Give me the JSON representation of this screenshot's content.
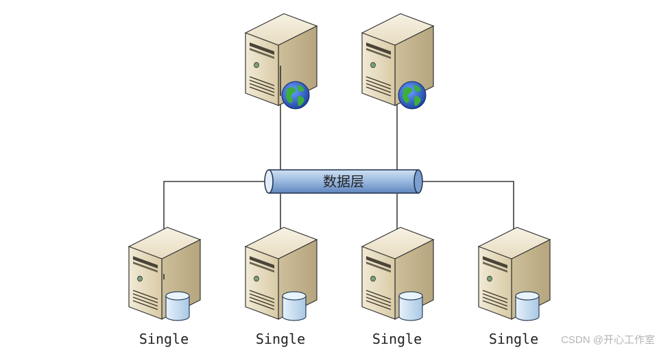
{
  "bus": {
    "label": "数据层"
  },
  "top_servers": [
    {
      "icon": "globe-icon"
    },
    {
      "icon": "globe-icon"
    }
  ],
  "bottom_servers": [
    {
      "label": "Single",
      "icon": "database-icon"
    },
    {
      "label": "Single",
      "icon": "database-icon"
    },
    {
      "label": "Single",
      "icon": "database-icon"
    },
    {
      "label": "Single",
      "icon": "database-icon"
    }
  ],
  "watermark": "CSDN @开心工作室",
  "colors": {
    "server_front": "#e6dcc2",
    "server_side": "#c8b994",
    "bus_fill": "#9dbbe0",
    "globe_blue": "#2a57c4",
    "globe_green": "#2e9e3a",
    "db_fill": "#cfe3f3"
  }
}
